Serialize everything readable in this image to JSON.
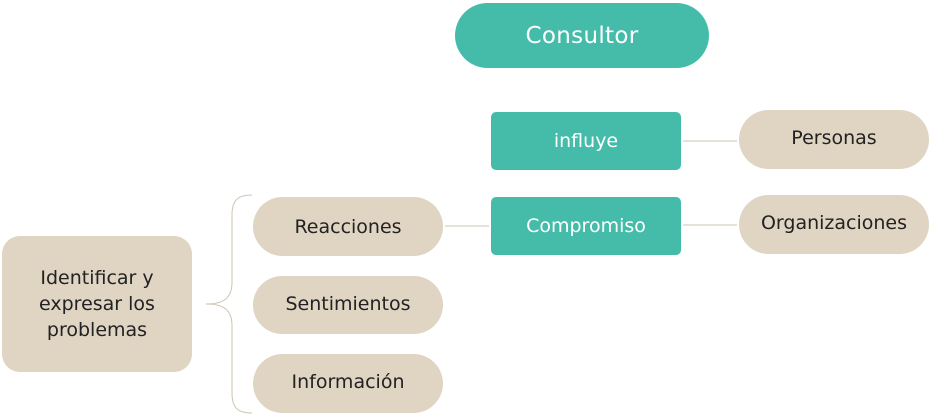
{
  "diagram": {
    "consultor": "Consultor",
    "influye": "influye",
    "compromiso": "Compromiso",
    "personas": "Personas",
    "organizaciones": "Organizaciones",
    "reacciones": "Reacciones",
    "sentimientos": "Sentimientos",
    "informacion": "Información",
    "identificar": "Identificar y expresar los problemas"
  },
  "colors": {
    "teal": "#45bca9",
    "beige": "#e0d4c3",
    "connector": "#cfc4b3"
  }
}
